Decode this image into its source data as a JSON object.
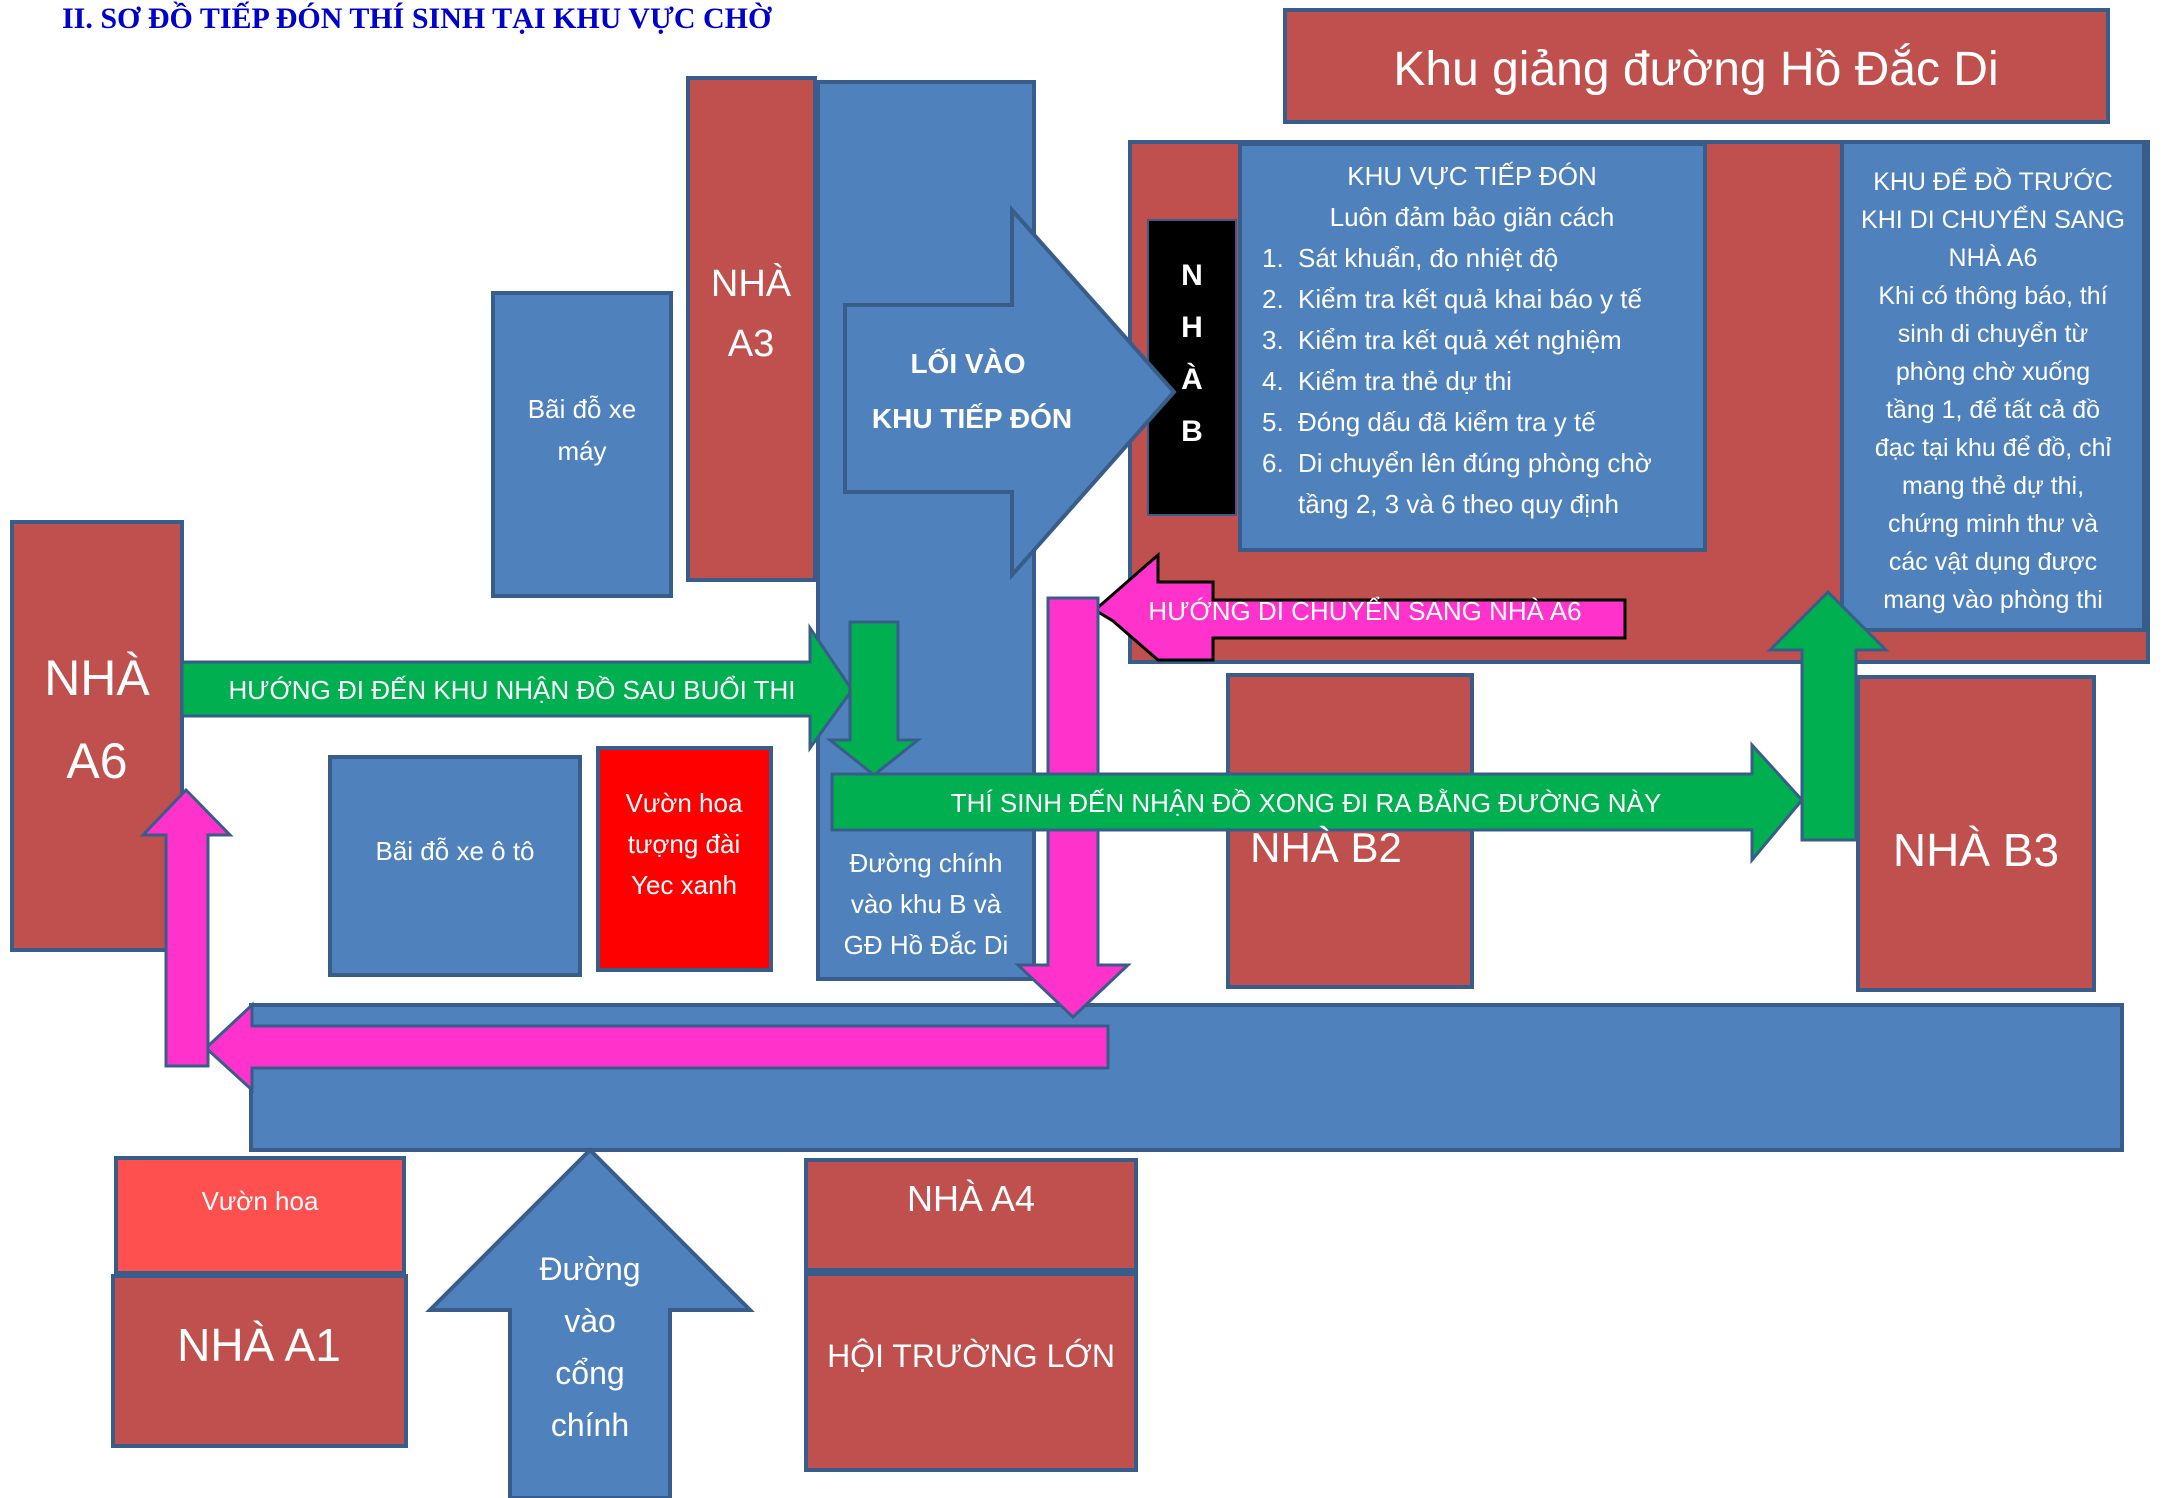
{
  "page_title": "II. SƠ ĐỒ TIẾP ĐÓN THÍ SINH TẠI KHU VỰC CHỜ",
  "colors": {
    "building": "#C0504D",
    "road": "#4F81BD",
    "outline": "#385D8A",
    "garden_red": "#FF0000",
    "garden_light": "#FF5050",
    "exit_arrow": "#00B050",
    "move_arrow": "#FF33CC",
    "black": "#000000"
  },
  "labels": {
    "lecture_hall": "Khu giảng đường Hồ  Đắc Di",
    "a3": [
      "NHÀ",
      "A3"
    ],
    "moto_parking": [
      "Bãi đỗ xe",
      "máy"
    ],
    "entry_arrow": [
      "LỐI VÀO",
      "KHU TIẾP ĐÓN"
    ],
    "building_b": [
      "N",
      "H",
      "À",
      "B"
    ],
    "a6": [
      "NHÀ",
      "A6"
    ],
    "car_parking": "Bãi đỗ xe ô tô",
    "statue_garden": [
      "Vườn hoa",
      "tượng đài",
      "Yec xanh"
    ],
    "main_road": [
      "Đường chính",
      "vào khu B và",
      "GĐ Hồ Đắc Di"
    ],
    "b2": "NHÀ B2",
    "b3": "NHÀ B3",
    "garden": "Vườn hoa",
    "a1": "NHÀ A1",
    "main_gate": [
      "Đường",
      "vào",
      "cổng",
      "chính"
    ],
    "a4": "NHÀ A4",
    "hall": "HỘI TRƯỜNG LỚN"
  },
  "reception": {
    "title": "KHU VỰC TIẾP ĐÓN",
    "subtitle": "Luôn đảm bảo giãn cách",
    "steps": [
      "Sát khuẩn, đo nhiệt độ",
      "Kiểm tra kết quả khai báo y tế",
      "Kiểm tra kết quả xét nghiệm",
      "Kiểm tra thẻ dự thi",
      "Đóng dấu đã kiểm tra y tế",
      "Di chuyển lên đúng phòng chờ",
      "tầng 2, 3 và 6 theo quy định"
    ]
  },
  "storage_note": [
    "KHU ĐỂ ĐỒ TRƯỚC",
    "KHI DI CHUYỂN SANG",
    "NHÀ A6",
    "Khi có thông báo, thí",
    "sinh di chuyển từ",
    "phòng chờ  xuống",
    "tầng 1, để tất cả đồ",
    "đạc tại khu để đồ, chỉ",
    "mang thẻ dự thi,",
    "chứng minh thư và",
    "các vật dụng được",
    "mang vào phòng thi"
  ],
  "arrows": {
    "to_a6": "HƯỚNG DI CHUYỂN SANG NHÀ A6",
    "to_pickup": "HƯỚNG ĐI ĐẾN KHU NHẬN ĐỒ SAU BUỔI THI",
    "exit": "THÍ SINH ĐẾN NHẬN ĐỒ XONG ĐI RA BẰNG ĐƯỜNG NÀY"
  }
}
